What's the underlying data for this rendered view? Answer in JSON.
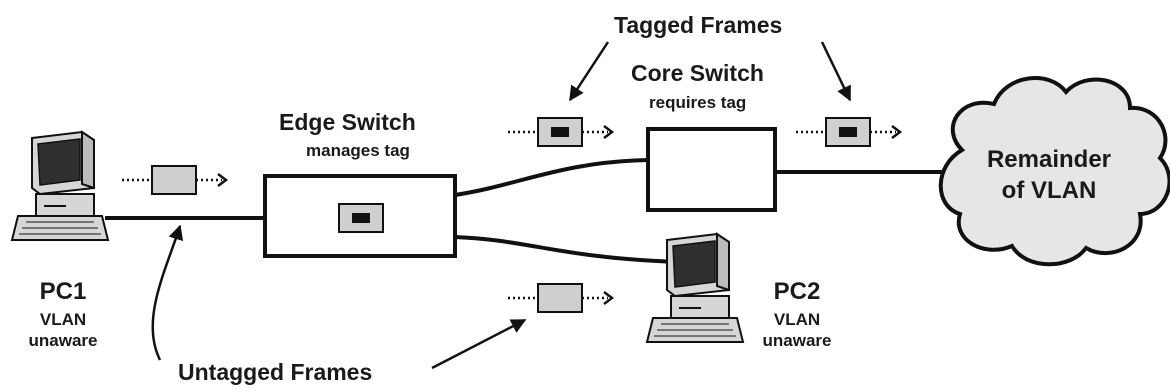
{
  "labels": {
    "tagged_frames": "Tagged Frames",
    "untagged_frames": "Untagged Frames"
  },
  "edge_switch": {
    "title": "Edge Switch",
    "subtitle": "manages tag"
  },
  "core_switch": {
    "title": "Core Switch",
    "subtitle": "requires tag"
  },
  "remainder": {
    "line1": "Remainder",
    "line2": "of VLAN"
  },
  "pc1": {
    "name": "PC1",
    "line1": "VLAN",
    "line2": "unaware"
  },
  "pc2": {
    "name": "PC2",
    "line1": "VLAN",
    "line2": "unaware"
  },
  "colors": {
    "stroke": "#111111",
    "frame_fill": "#cfcfcf",
    "tag_fill": "#111111",
    "cloud_fill": "#e6e6e6",
    "pc_body": "#d6d6d6",
    "pc_screen": "#2f2f2f"
  },
  "icons": {
    "pc": "desktop-computer-icon",
    "cloud": "cloud-icon",
    "frame": "frame-icon"
  }
}
